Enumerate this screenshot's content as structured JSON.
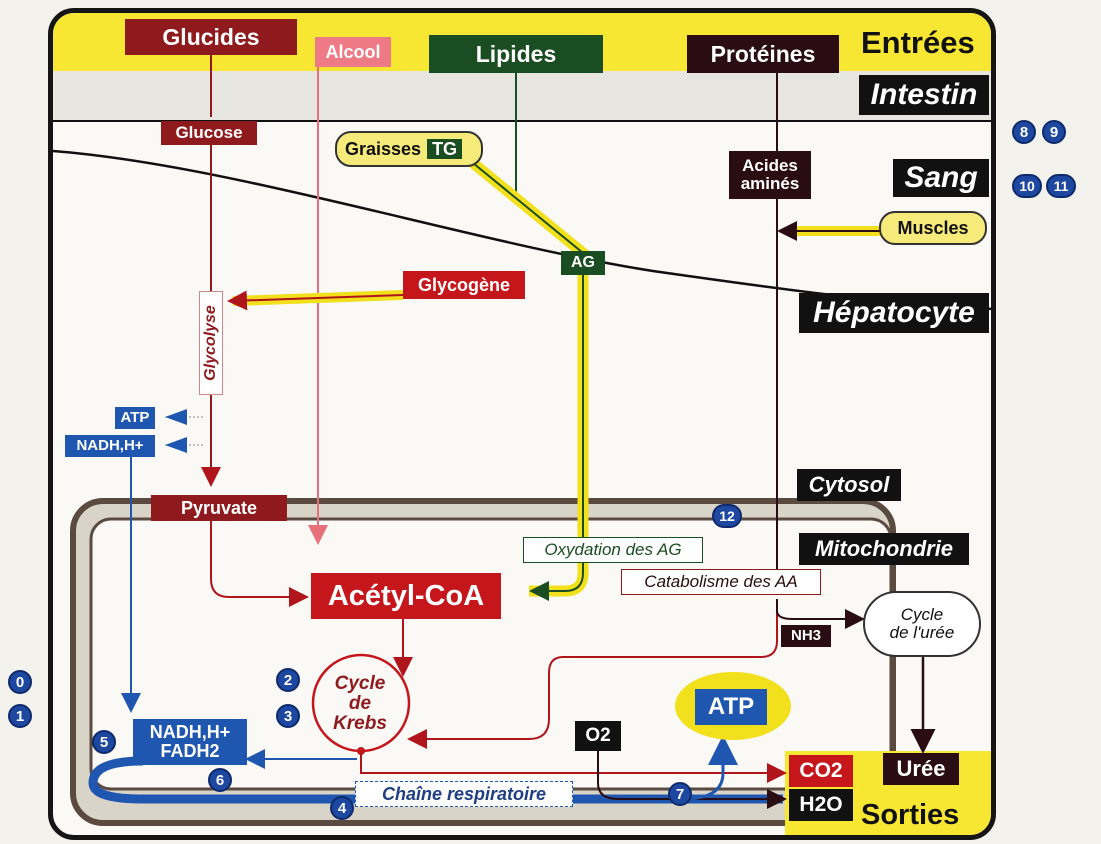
{
  "entrees": {
    "glucides": "Glucides",
    "alcool": "Alcool",
    "lipides": "Lipides",
    "proteines": "Protéines",
    "title": "Entrées"
  },
  "zones": {
    "intestin": "Intestin",
    "sang": "Sang",
    "hepatocyte": "Hépatocyte",
    "cytosol": "Cytosol",
    "mitochondrie": "Mitochondrie"
  },
  "molecules": {
    "glucose": "Glucose",
    "graisses": "Graisses",
    "tg": "TG",
    "acides_amines_1": "Acides",
    "acides_amines_2": "aminés",
    "muscles": "Muscles",
    "ag": "AG",
    "glycogene": "Glycogène",
    "glycolyse": "Glycolyse",
    "atp_small": "ATP",
    "nadh_small": "NADH,H+",
    "pyruvate": "Pyruvate",
    "oxydation": "Oxydation des AG",
    "catabolisme": "Catabolisme des AA",
    "acetyl_coa": "Acétyl-CoA",
    "nh3": "NH3",
    "cycle_uree_1": "Cycle",
    "cycle_uree_2": "de l'urée",
    "krebs_1": "Cycle",
    "krebs_2": "de",
    "krebs_3": "Krebs",
    "nadh_fadh_1": "NADH,H+",
    "nadh_fadh_2": "FADH2",
    "o2": "O2",
    "atp_big": "ATP",
    "chaine": "Chaîne respiratoire"
  },
  "sorties": {
    "co2": "CO2",
    "h2o": "H2O",
    "uree": "Urée",
    "title": "Sorties"
  },
  "markers": [
    "0",
    "1",
    "2",
    "3",
    "4",
    "5",
    "6",
    "7",
    "8",
    "9",
    "10",
    "11",
    "12"
  ],
  "colors": {
    "glucides": "#8e1a1e",
    "alcool": "#e8707a",
    "lipides": "#1b4d22",
    "proteines": "#2a0d12",
    "krebs": "#c5161c",
    "energy": "#1f57b0",
    "entrees_band": "#f7e733"
  }
}
